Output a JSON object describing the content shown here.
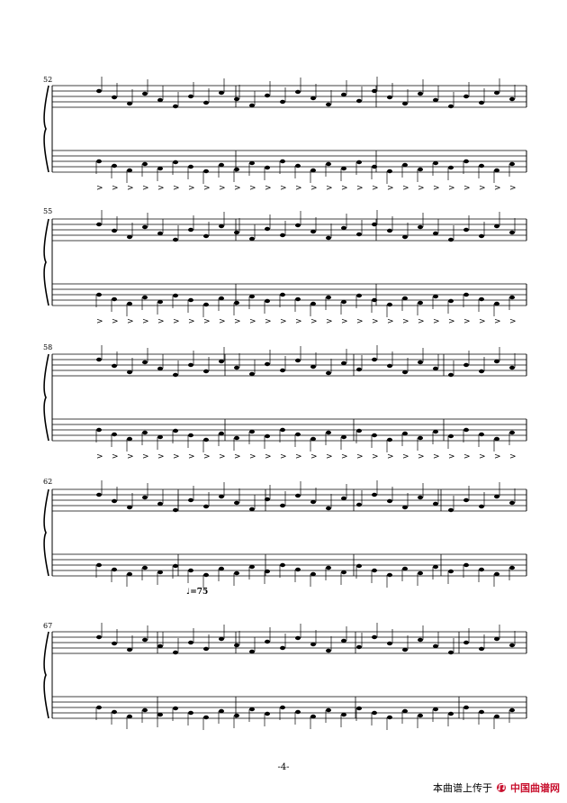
{
  "measure_numbers": [
    "52",
    "55",
    "58",
    "62",
    "67"
  ],
  "tempo": {
    "note_symbol": "♩",
    "text": "=75"
  },
  "page_number": "-4-",
  "footer": {
    "text": "本曲谱上传于",
    "brand": "中国曲谱网",
    "logo_icon": "music-logo-icon"
  },
  "accent_symbol": ">"
}
